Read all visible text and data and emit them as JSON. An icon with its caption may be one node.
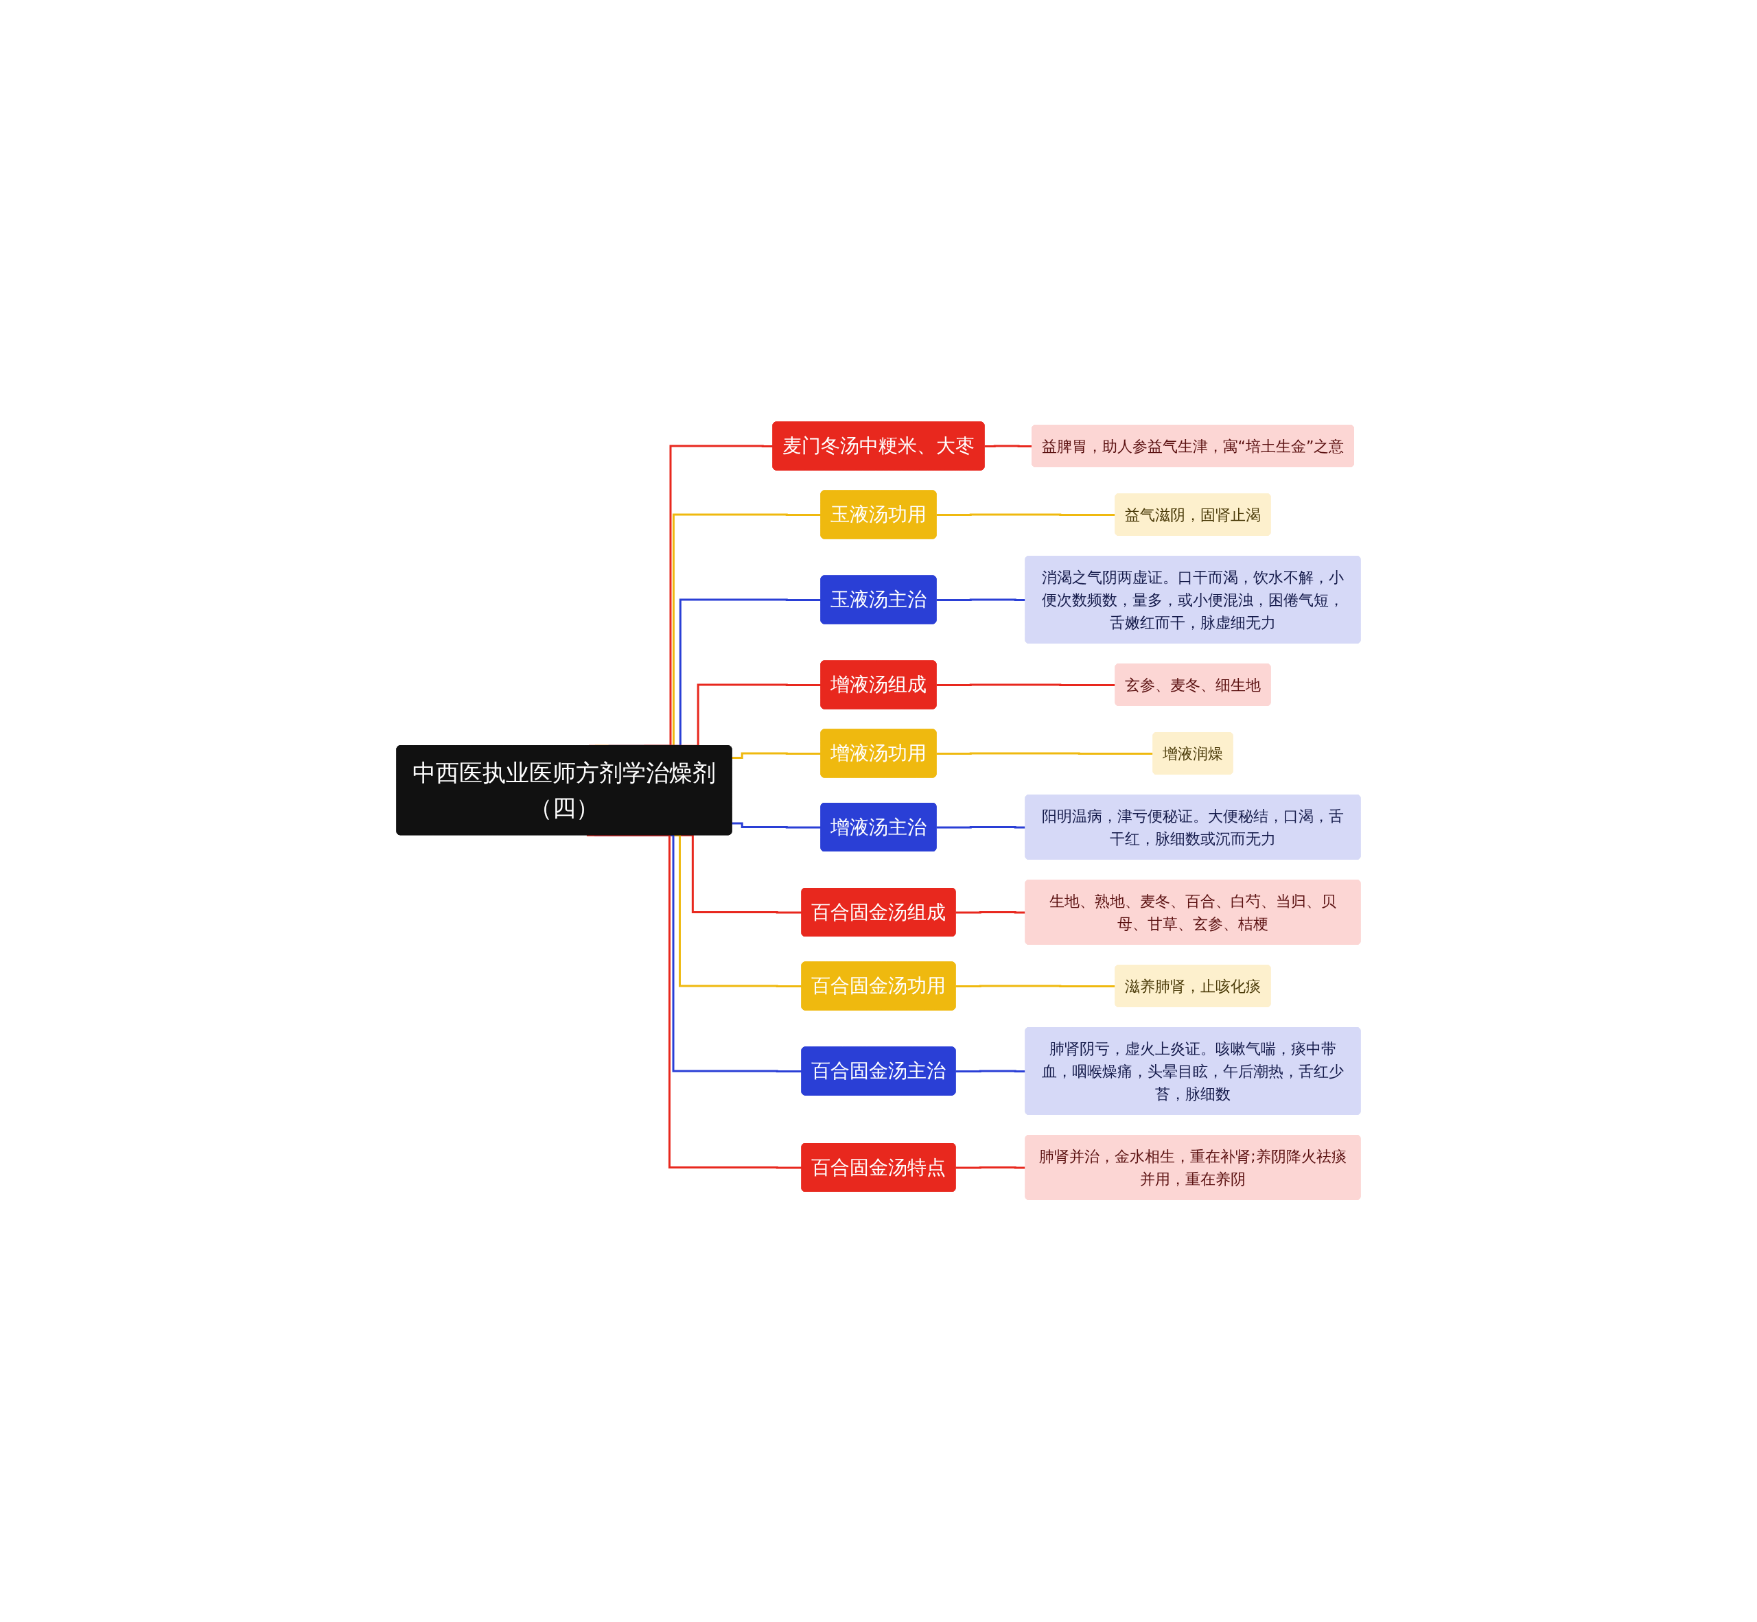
{
  "diagram": {
    "nodes": [
      {
        "text": [
          "中西医执业医师方剂学治燥剂（四）"
        ]
      },
      {
        "text": [
          "麦门冬汤中粳米、大枣"
        ]
      },
      {
        "text": [
          "益脾胃，助人参益气生津，寓“培土生金”之意"
        ]
      },
      {
        "text": [
          "玉液汤功用"
        ]
      },
      {
        "text": [
          "益气滋阴，固肾止渴"
        ]
      },
      {
        "text": [
          "玉液汤主治"
        ]
      },
      {
        "text": [
          "消渴之气阴两虚证。口干而渴，饮水不解，小便次数频数，量多，或小便混浊，困倦气短，舌嫩红而干，脉虚细无力"
        ]
      },
      {
        "text": [
          "增液汤组成"
        ]
      },
      {
        "text": [
          "玄参、麦冬、细生地"
        ]
      },
      {
        "text": [
          "增液汤功用"
        ]
      },
      {
        "text": [
          "增液润燥"
        ]
      },
      {
        "text": [
          "增液汤主治"
        ]
      },
      {
        "text": [
          "阳明温病，津亏便秘证。大便秘结，口渴，舌干红，脉细数或沉而无力"
        ]
      },
      {
        "text": [
          "百合固金汤组成"
        ]
      },
      {
        "text": [
          "生地、熟地、麦冬、百合、白芍、当归、贝母、甘草、玄参、桔梗"
        ]
      },
      {
        "text": [
          "百合固金汤功用"
        ]
      },
      {
        "text": [
          "滋养肺肾，止咳化痰"
        ]
      },
      {
        "text": [
          "百合固金汤主治"
        ]
      },
      {
        "text": [
          "肺肾阴亏，虚火上炎证。咳嗽气喘，痰中带血，咽喉燥痛，头晕目眩，午后潮热，舌红少苔，脉细数"
        ]
      },
      {
        "text": [
          "百合固金汤特点"
        ]
      },
      {
        "text": [
          "肺肾并治，金水相生，重在补肾;养阴降火祛痰并用，重在养阴"
        ]
      }
    ],
    "edges": [
      {
        "from": 0,
        "to": 1,
        "arrow": "none"
      },
      {
        "from": 1,
        "to": 2,
        "arrow": "none"
      },
      {
        "from": 0,
        "to": 3,
        "arrow": "none",
        "color": "#efb90f"
      },
      {
        "from": 3,
        "to": 4,
        "arrow": "none",
        "color": "#efb90f"
      },
      {
        "from": 0,
        "to": 5,
        "arrow": "none",
        "color": "#2a3fd6"
      },
      {
        "from": 5,
        "to": 6,
        "arrow": "none",
        "color": "#2a3fd6"
      },
      {
        "from": 0,
        "to": 7,
        "arrow": "none"
      },
      {
        "from": 7,
        "to": 8,
        "arrow": "none"
      },
      {
        "from": 0,
        "to": 9,
        "arrow": "none",
        "color": "#efb90f"
      },
      {
        "from": 9,
        "to": 10,
        "arrow": "none",
        "color": "#efb90f"
      },
      {
        "from": 0,
        "to": 11,
        "arrow": "none",
        "color": "#2a3fd6"
      },
      {
        "from": 11,
        "to": 12,
        "arrow": "none",
        "color": "#2a3fd6"
      },
      {
        "from": 0,
        "to": 13,
        "arrow": "none"
      },
      {
        "from": 13,
        "to": 14,
        "arrow": "none"
      },
      {
        "from": 0,
        "to": 15,
        "arrow": "none",
        "color": "#efb90f"
      },
      {
        "from": 15,
        "to": 16,
        "arrow": "none",
        "color": "#efb90f"
      },
      {
        "from": 0,
        "to": 17,
        "arrow": "none",
        "color": "#2a3fd6"
      },
      {
        "from": 17,
        "to": 18,
        "arrow": "none",
        "color": "#2a3fd6"
      },
      {
        "from": 0,
        "to": 19,
        "arrow": "none"
      },
      {
        "from": 19,
        "to": 20,
        "arrow": "none"
      }
    ]
  }
}
